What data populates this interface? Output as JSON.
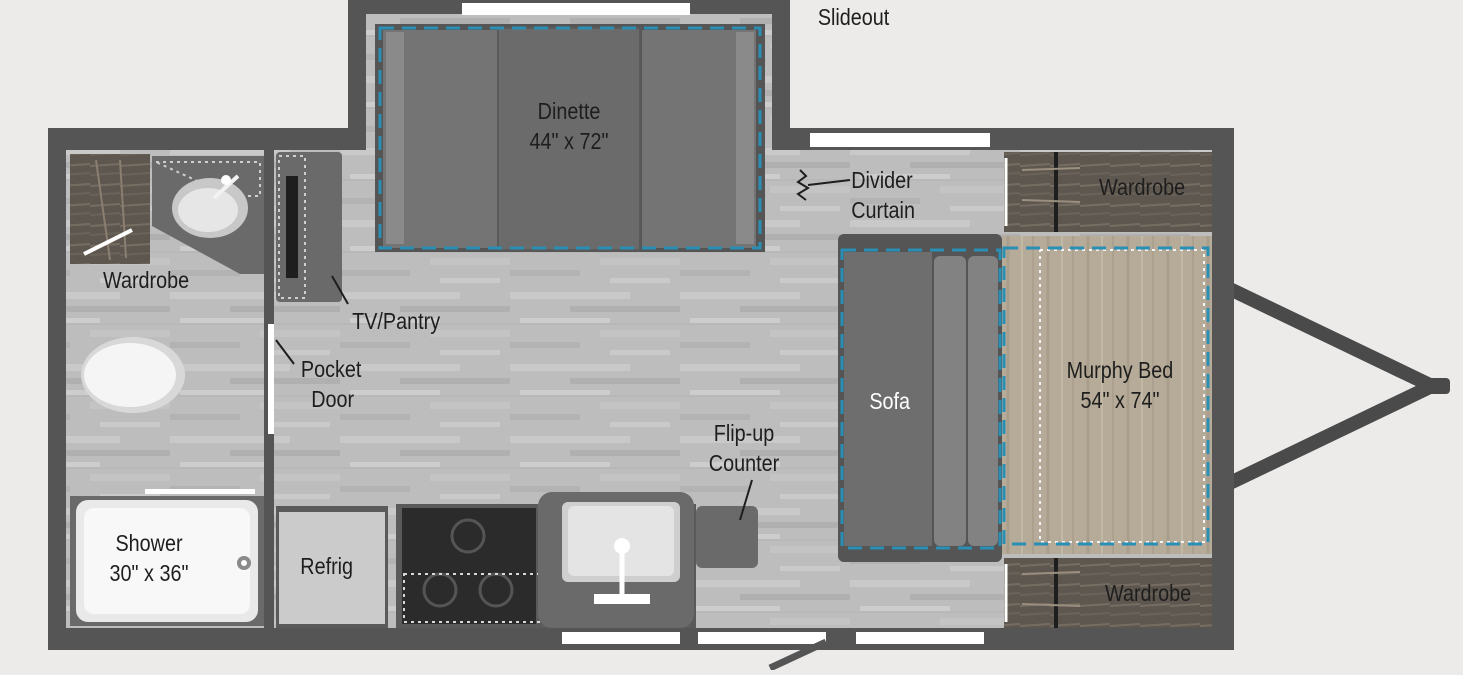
{
  "labels": {
    "slideout": "Slideout",
    "dinette_name": "Dinette",
    "dinette_size": "44\" x 72\"",
    "divider_line1": "Divider",
    "divider_line2": "Curtain",
    "wardrobe_front_top": "Wardrobe",
    "wardrobe_bath": "Wardrobe",
    "tv_pantry": "TV/Pantry",
    "pocket_door_line1": "Pocket",
    "pocket_door_line2": "Door",
    "sofa": "Sofa",
    "murphy_bed_name": "Murphy Bed",
    "murphy_bed_size": "54\" x 74\"",
    "flipup_line1": "Flip-up",
    "flipup_line2": "Counter",
    "shower_name": "Shower",
    "shower_size": "30\" x 36\"",
    "refrig": "Refrig",
    "wardrobe_front_bottom": "Wardrobe"
  },
  "colors": {
    "wall": "#555555",
    "floor": "#bdbdbd",
    "furniture": "#696969",
    "bed_wood": "#b6ab98",
    "wardrobe_wood": "#5e574f",
    "slide_outline": "#2a8fb5",
    "window": "#ffffff"
  }
}
